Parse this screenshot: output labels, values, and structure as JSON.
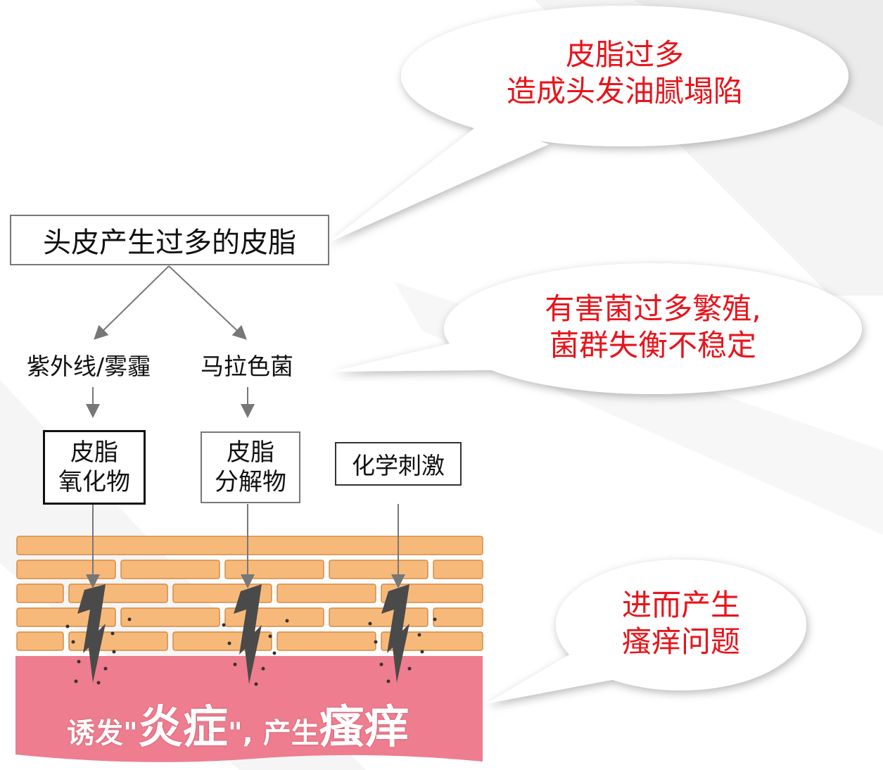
{
  "top_box": "头皮产生过多的皮脂",
  "causes": {
    "left": "紫外线/雾霾",
    "right": "马拉色菌"
  },
  "products": {
    "oxide": [
      "皮脂",
      "氧化物"
    ],
    "decomp": [
      "皮脂",
      "分解物"
    ],
    "chemical": "化学刺激"
  },
  "bubbles": {
    "top": [
      "皮脂过多",
      "造成头发油腻塌陷"
    ],
    "middle": [
      "有害菌过多繁殖,",
      "菌群失衡不稳定"
    ],
    "bottom": [
      "进而产生",
      "瘙痒问题"
    ]
  },
  "skin_caption": {
    "part1": "诱发\"",
    "part2": "炎症",
    "part3": "\", 产生",
    "part4": "瘙痒"
  },
  "colors": {
    "bubble_text": "#e8141b",
    "brick": "#f7b97a",
    "brick_border": "#d48c45",
    "skin": "#ee7d8f",
    "crack": "#4a4a4a"
  }
}
